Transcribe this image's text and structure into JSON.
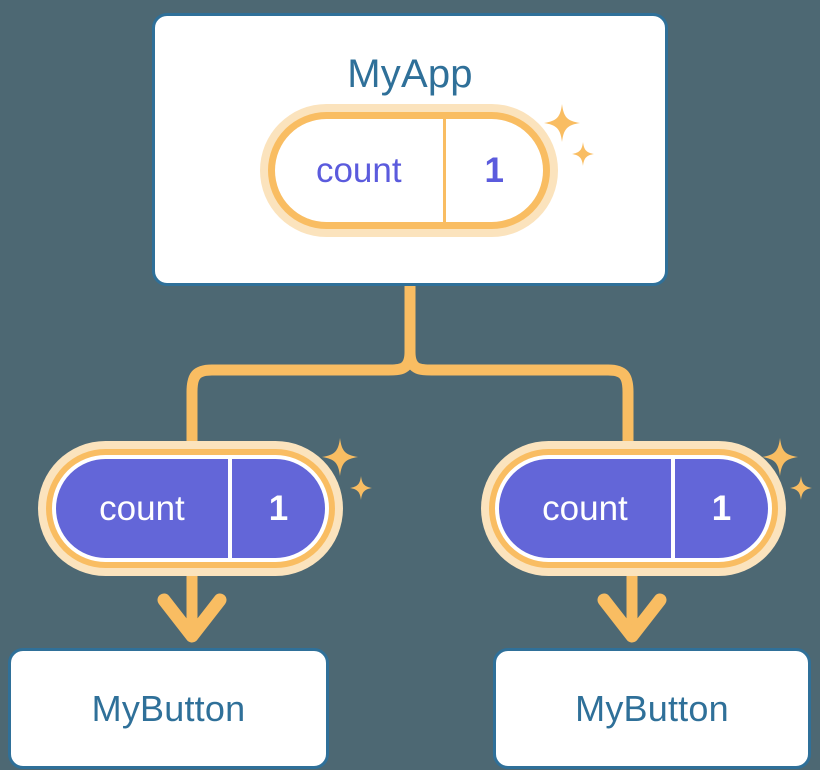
{
  "diagram": {
    "background_color": "#4d6873",
    "accent_orange": "#f9bd62",
    "accent_orange_glow": "#fbe3bd",
    "accent_blue": "#2f7099",
    "accent_purple": "#6366d8",
    "accent_purple_text": "#5b5bdd"
  },
  "app_card": {
    "title": "MyApp",
    "state_pill": {
      "key": "count",
      "value": "1"
    },
    "sparkle_icon": "sparkle-icon"
  },
  "branches": [
    {
      "id": "left",
      "state_pill": {
        "key": "count",
        "value": "1"
      },
      "sparkle_icon": "sparkle-icon",
      "arrow_icon": "arrow-down-icon",
      "button_card": {
        "title": "MyButton"
      }
    },
    {
      "id": "right",
      "state_pill": {
        "key": "count",
        "value": "1"
      },
      "sparkle_icon": "sparkle-icon",
      "arrow_icon": "arrow-down-icon",
      "button_card": {
        "title": "MyButton"
      }
    }
  ],
  "connectors": {
    "trunk_icon": "tree-branch-connector",
    "color": "#f9bd62"
  }
}
